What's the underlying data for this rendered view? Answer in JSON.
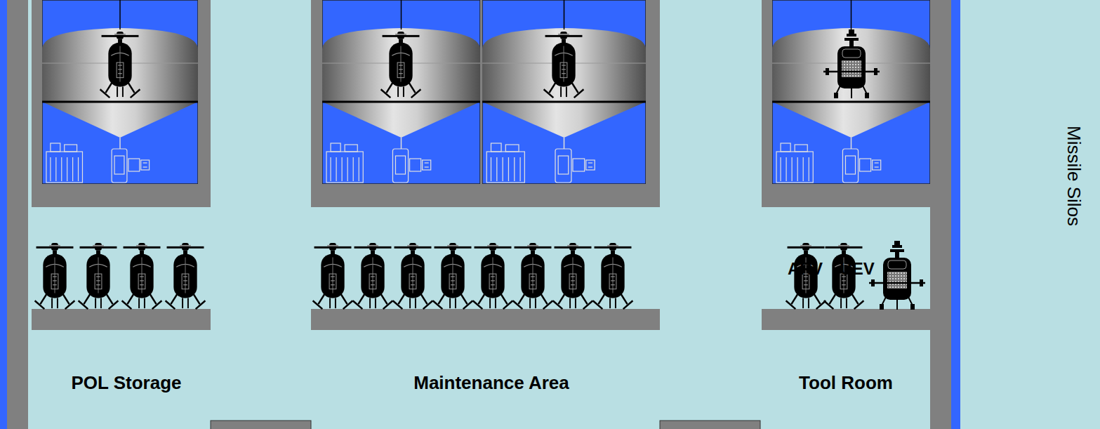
{
  "diagram": {
    "nodes": [
      {
        "text": [
          "Missile Silos"
        ]
      }
    ],
    "labels": [
      "ARV",
      "UEV",
      "POL Storage",
      "Maintenance Area",
      "Tool Room"
    ]
  }
}
